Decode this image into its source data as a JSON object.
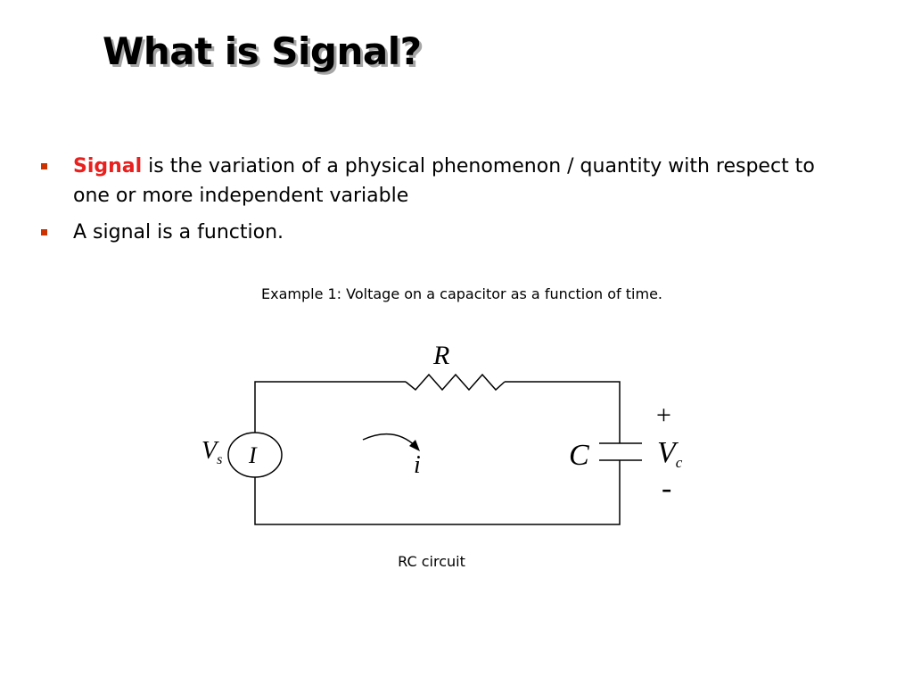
{
  "title": "What is Signal?",
  "bullets": [
    {
      "highlight": "Signal",
      "text": " is the variation of a physical phenomenon / quantity with respect to one or more independent variable"
    },
    {
      "highlight": "",
      "text": "A signal is a function."
    }
  ],
  "example_caption": "Example 1: Voltage on a capacitor as a function of time.",
  "circuit": {
    "resistor_label": "R",
    "source_symbol": "I",
    "source_voltage": "V",
    "source_voltage_subscript": "s",
    "current_label": "i",
    "capacitor_label": "C",
    "capacitor_voltage": "V",
    "capacitor_voltage_subscript": "c",
    "plus_sign": "+",
    "minus_sign": "-"
  },
  "circuit_caption": "RC circuit",
  "colors": {
    "highlight": "#e8201e",
    "bullet_marker": "#cc3300",
    "title_shadow": "#a6a6a6"
  }
}
